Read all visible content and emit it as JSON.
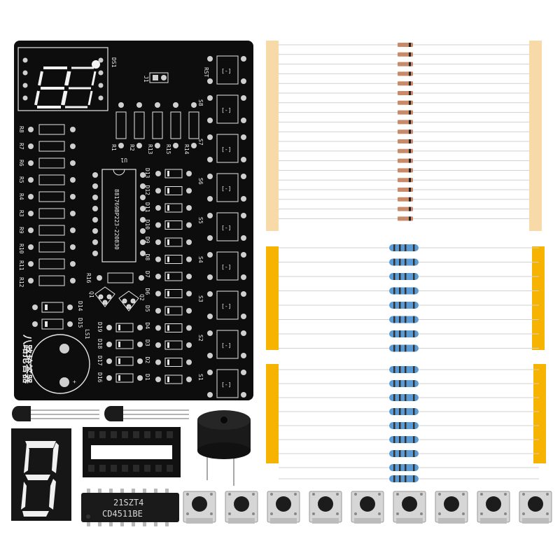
{
  "board": {
    "display_label": "DS1",
    "jumper_label": "J1",
    "rst_label": "RST",
    "chip_socket_label": "U1",
    "chip_silk": "881769BP223-220830",
    "title_cn": "八路抢答器",
    "ls_label": "LS1",
    "q_labels": [
      "Q1",
      "Q2"
    ],
    "resistor_left_labels": [
      "R8",
      "R7",
      "R6",
      "R5",
      "R4",
      "R3",
      "R9",
      "R10",
      "R11",
      "R12"
    ],
    "resistor_top_labels": [
      "R1",
      "R2",
      "R13",
      "R15",
      "R14"
    ],
    "r16_label": "R16",
    "diode_mid_labels": [
      "D13",
      "D12",
      "D11",
      "D10",
      "D9",
      "D8",
      "D7",
      "D6",
      "D5",
      "D4",
      "D3",
      "D2",
      "D1"
    ],
    "diode_left_labels": [
      "D14",
      "D15",
      "D19",
      "D18",
      "D17",
      "D16"
    ],
    "switch_labels": [
      "S8",
      "S7",
      "S6",
      "S5",
      "S4",
      "S3",
      "S2",
      "S1"
    ]
  },
  "parts": {
    "ic_marking_line1": "21SZT4",
    "ic_marking_line2": "CD4511BE",
    "button_count": 9
  },
  "colors": {
    "pcb": "#0d0d0d",
    "silk": "#e9e9e9",
    "tape_pale": "#f8d9a8",
    "tape_yellow": "#f6b400"
  }
}
